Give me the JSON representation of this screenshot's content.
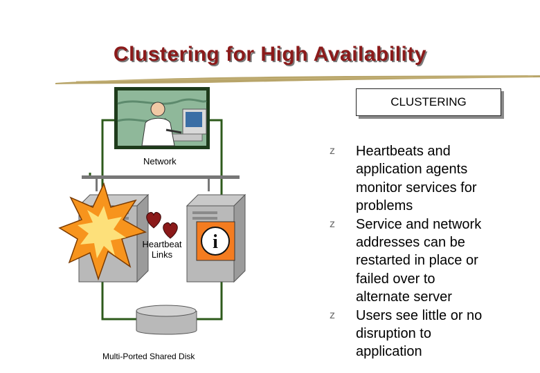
{
  "slide": {
    "title": "Clustering for High Availability",
    "badge": "CLUSTERING"
  },
  "diagram": {
    "network_label": "Network",
    "heartbeat_label_1": "Heartbeat",
    "heartbeat_label_2": "Links",
    "disk_label": "Multi-Ported Shared Disk",
    "info_icon": "info-icon",
    "user_icon": "user-at-workstation-picture",
    "failure_icon": "explosion-icon",
    "heart_icon": "heart-icon"
  },
  "bullets": {
    "marker": "z",
    "items": [
      {
        "lines": [
          "Heartbeats and",
          "application agents",
          "monitor services for",
          "problems"
        ]
      },
      {
        "lines": [
          "Service and network",
          "addresses can be",
          "restarted in place or",
          "failed over to",
          "alternate server"
        ]
      },
      {
        "lines": [
          "Users see little or no",
          "disruption to",
          "application"
        ]
      }
    ]
  },
  "colors": {
    "title": "#8b1a1a",
    "wire": "#2d5a1b",
    "heart": "#8b1a1a",
    "info_bg": "#f47c20",
    "explosion": "#f7941d"
  }
}
